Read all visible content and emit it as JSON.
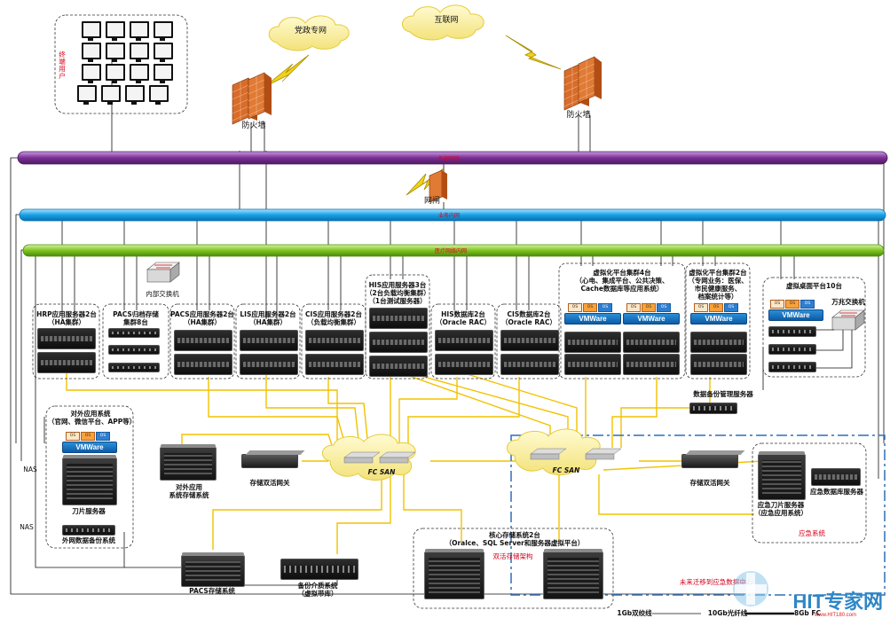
{
  "terminal": {
    "label": "终端用户"
  },
  "clouds": {
    "gov": "党政专网",
    "internet": "互联网"
  },
  "firewall_label": "防火墙",
  "firewall_left_label": "防火墙",
  "gap_label": "网闸",
  "networks": {
    "external": "外部网络",
    "business": "业务内网",
    "outer": "医疗网络内网"
  },
  "switch_label": "内部交换机",
  "servers": {
    "hrp": "HRP应用服务器2台\n（HA集群）",
    "pacs_arch": "PACS归档存储\n集群8台",
    "pacs_app": "PACS应用服务器2台\n（HA集群）",
    "lis": "LIS应用服务器2台\n（HA集群）",
    "cis_app": "CIS应用服务器2台\n（负载均衡集群）",
    "his_app": "HIS应用服务器3台\n（2台负载均衡集群）\n（1台测试服务器）",
    "his_db": "HIS数据库2台\n（Oracle RAC）",
    "cis_db": "CIS数据库2台\n（Oracle RAC）",
    "virt4": "虚拟化平台集群4台\n（心电、集成平台、公共决策、\nCache数据库等应用系统）",
    "virt2": "虚拟化平台集群2台\n（专网业务：医保、\n市民健康服务、\n档案统计等）",
    "vdesk": "虚拟桌面平台10台",
    "vdesk_switch": "万兆交换机"
  },
  "vmware": "VMWare",
  "os_label": "OS",
  "backup_mgmt": "数据备份管理服务器",
  "external_apps": {
    "title": "对外应用系统\n（官网、微信平台、APP等）",
    "blade": "刀片服务器",
    "backup": "外网数据备份系统"
  },
  "ext_storage": "对外应用\n系统存储系统",
  "gw_left": "存储双活网关",
  "gw_right": "存储双活网关",
  "fc_san": "FC SAN",
  "core_storage": "核心存储系统2台\n（Oralce、SQL Server和服务器虚拟平台）",
  "dual_active": "双活存储架构",
  "emergency": {
    "blade": "应急刀片服务器\n（应急应用系统）",
    "db": "应急数据库服务器",
    "system": "应急系统"
  },
  "future_migration": "未来迁移到应急数据中心",
  "pacs_storage": "PACS存储系统",
  "backup_tape": "备份介质系统\n（虚拟带库）",
  "nas1": "NAS",
  "nas2": "NAS",
  "legend": {
    "gb": "1Gb双绞线",
    "fc": "10Gb光纤线",
    "fc8": "8Gb FC"
  },
  "watermark": "HIT专家网",
  "watermark_sub": "www.HIT180.com",
  "colors": {
    "purple": "#8a3fa3",
    "blue": "#1f9de0",
    "green": "#7cc420",
    "fiber": "#f2c200",
    "black_line": "#111111"
  }
}
